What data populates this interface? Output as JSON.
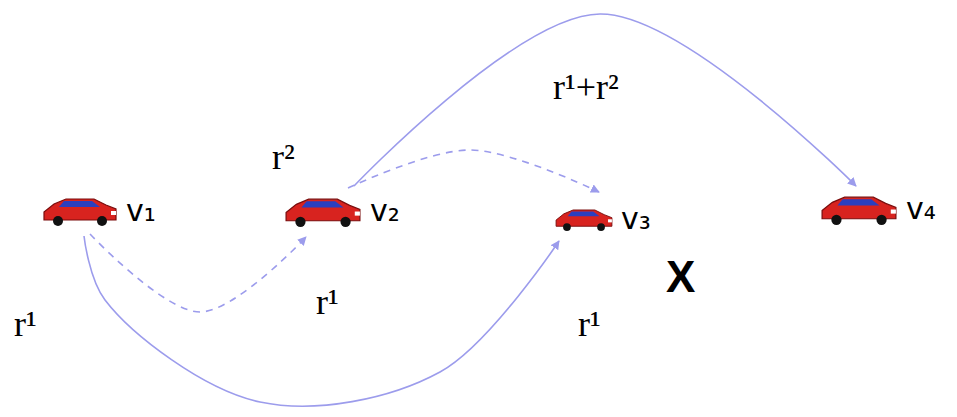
{
  "diagram": {
    "nodes": [
      {
        "text": [
          "v₁"
        ]
      },
      {
        "text": [
          "v₂"
        ]
      },
      {
        "text": [
          "v₃"
        ]
      },
      {
        "text": [
          "v₄"
        ]
      }
    ],
    "edges": [
      {
        "from": 0,
        "to": 1,
        "arrow": "to"
      },
      {
        "from": 0,
        "to": 2,
        "arrow": "to"
      },
      {
        "from": 1,
        "to": 2,
        "arrow": "to"
      },
      {
        "from": 1,
        "to": 3,
        "arrow": "to"
      }
    ],
    "labels": [
      "r¹",
      "r²",
      "r¹",
      "r¹+r²",
      "r¹",
      "X"
    ]
  }
}
